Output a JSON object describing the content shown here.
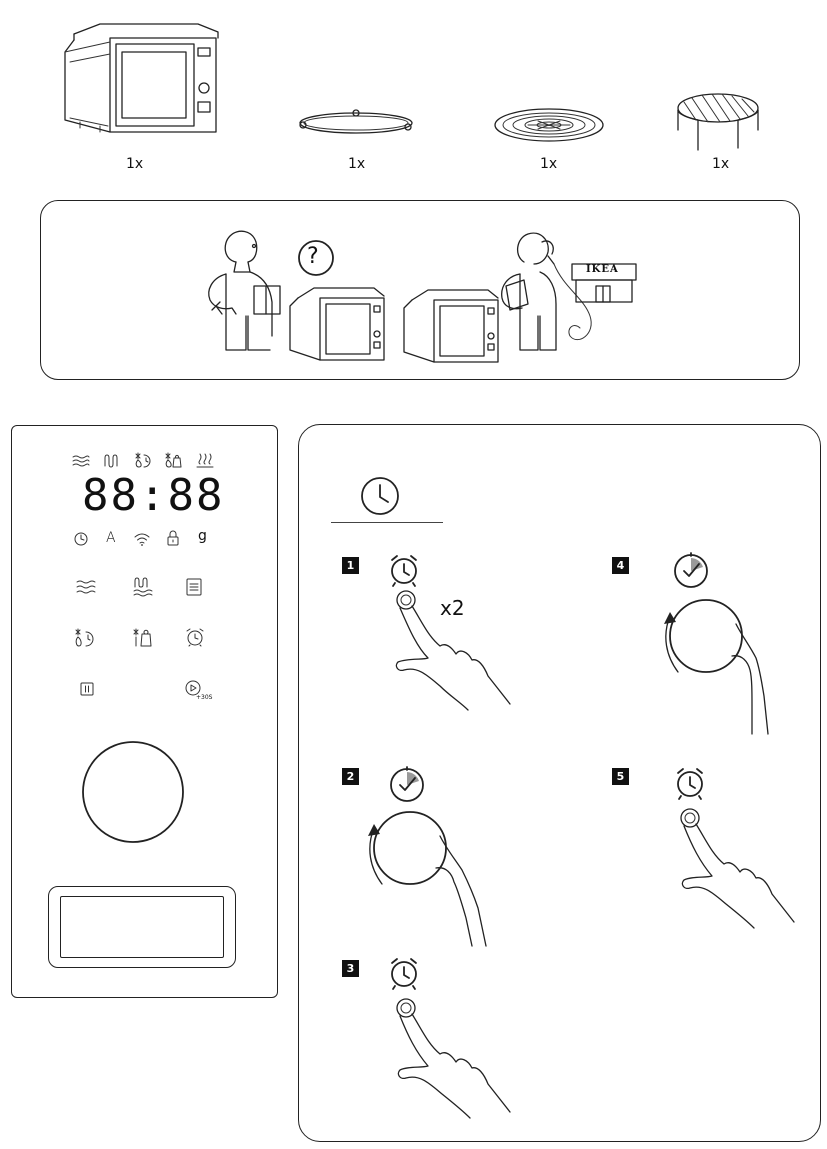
{
  "parts": [
    {
      "name": "microwave-oven",
      "quantity": "1x"
    },
    {
      "name": "turntable-ring",
      "quantity": "1x"
    },
    {
      "name": "glass-turntable",
      "quantity": "1x"
    },
    {
      "name": "grill-rack",
      "quantity": "1x"
    }
  ],
  "help": {
    "question_mark": "?",
    "store_sign": "IKEA"
  },
  "display": {
    "digits": "88:88",
    "icons_top": [
      "microwave-icon",
      "grill-icon",
      "defrost-time-icon",
      "defrost-weight-icon",
      "steam-icon"
    ],
    "icons_bottom": [
      "clock-icon",
      "auto-icon",
      "wifi-icon",
      "lock-icon",
      "gram-icon"
    ],
    "gram_label": "g",
    "auto_label": "A"
  },
  "start_button": {
    "sub_label": "+30S"
  },
  "steps": [
    {
      "number": "1",
      "note": "x2"
    },
    {
      "number": "2"
    },
    {
      "number": "3"
    },
    {
      "number": "4"
    },
    {
      "number": "5"
    }
  ]
}
